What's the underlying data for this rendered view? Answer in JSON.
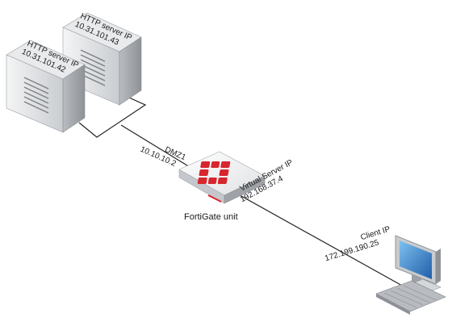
{
  "servers": [
    {
      "label": "HTTP server IP",
      "ip": "10.31.101.43"
    },
    {
      "label": "HTTP server IP",
      "ip": "10.31.101.42"
    }
  ],
  "dmz": {
    "label": "DMZ1",
    "ip": "10.10.10.2"
  },
  "fortigate": {
    "label": "FortiGate unit"
  },
  "virtual_server": {
    "label": "Virtual Server IP",
    "ip": "192.168.37.4"
  },
  "client": {
    "label": "Client IP",
    "ip": "172.199.190.25"
  },
  "colors": {
    "fortinet_red": "#d7262e",
    "server_gray": "#cfd2d6",
    "line": "#222222",
    "screen_blue": "#3f8fd3"
  }
}
